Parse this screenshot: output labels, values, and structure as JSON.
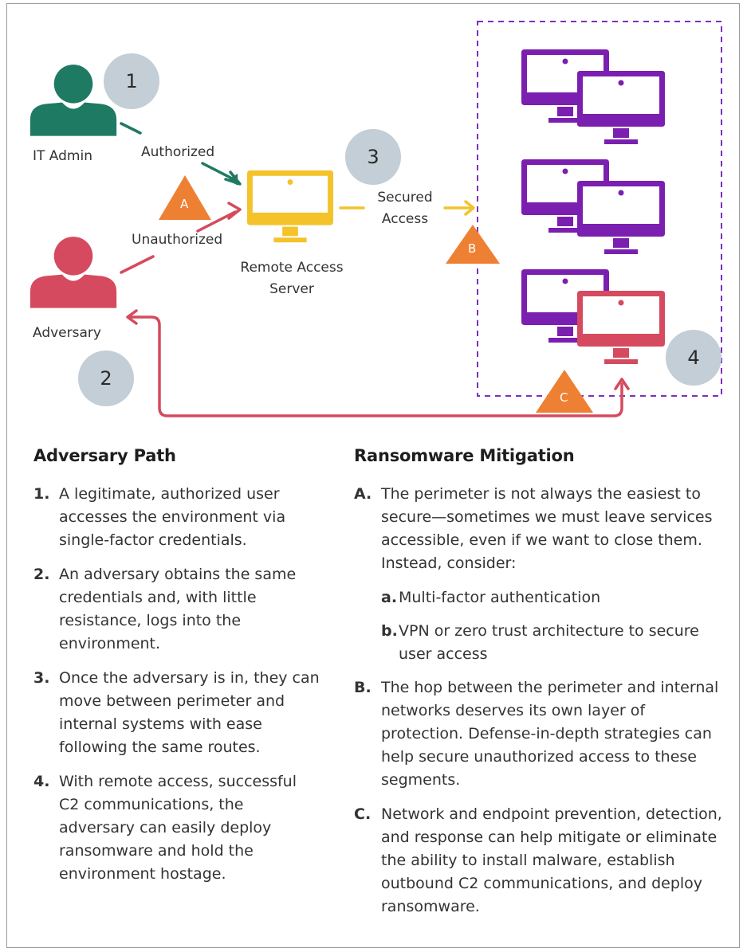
{
  "colors": {
    "admin": "#1f7a63",
    "adversary": "#d54a5e",
    "server": "#f4c22b",
    "endpoint": "#7b1fb0",
    "warning": "#ee8033",
    "badge": "#c3ced6",
    "dashed_border": "#7b2fbf"
  },
  "diagram": {
    "it_admin_label": "IT Admin",
    "adversary_label": "Adversary",
    "authorized_label": "Authorized",
    "unauthorized_label": "Unauthorized",
    "server_label_line1": "Remote Access",
    "server_label_line2": "Server",
    "secured_line1": "Secured",
    "secured_line2": "Access",
    "steps": [
      "1",
      "2",
      "3",
      "4"
    ],
    "warnings": [
      "A",
      "B",
      "C"
    ]
  },
  "adversary_path": {
    "title": "Adversary Path",
    "items": [
      {
        "marker": "1.",
        "text": "A legitimate, authorized user accesses the environment via single-factor credentials."
      },
      {
        "marker": "2.",
        "text": "An adversary obtains the same credentials and, with little resistance, logs into the environment."
      },
      {
        "marker": "3.",
        "text": "Once the adversary is in, they can move between perimeter and internal systems with ease following the same routes."
      },
      {
        "marker": "4.",
        "text": "With remote access, successful C2 communications, the adversary can easily deploy ransomware and hold the environment hostage."
      }
    ]
  },
  "mitigation": {
    "title": "Ransomware Mitigation",
    "items": [
      {
        "marker": "A.",
        "text": "The perimeter is not always the easiest to secure—sometimes we must leave services accessible, even if we want to close them. Instead, consider:"
      },
      {
        "marker": "B.",
        "text": "The hop between the perimeter and internal networks deserves its own layer of protection. Defense-in-depth strategies can help secure unauthorized access to these segments."
      },
      {
        "marker": "C.",
        "text": "Network and endpoint prevention, detection, and response can help mitigate or eliminate the ability to install malware, establish outbound C2 communications, and deploy ransomware."
      }
    ],
    "subitems": [
      {
        "marker": "a.",
        "text": "Multi-factor authentication"
      },
      {
        "marker": "b.",
        "text": "VPN or zero trust architecture to secure user access"
      }
    ]
  }
}
